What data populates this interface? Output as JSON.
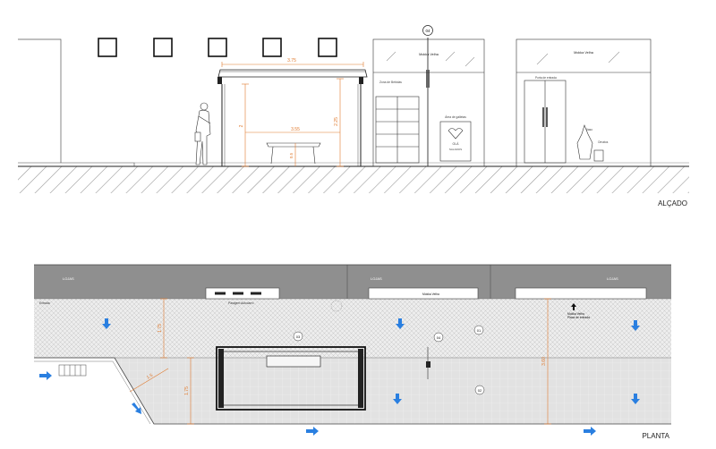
{
  "elevation": {
    "title": "ALÇADO",
    "callout_tag": "04",
    "dims": {
      "canopy_width": "3.75",
      "bench_span": "3.55",
      "height_left": "2",
      "height_right": "2.25",
      "seat_height": "0.5"
    },
    "shop_left": {
      "name": "Mokka Velha",
      "sign": "Zona de Bebidas",
      "counter_sign": "Área de galletas",
      "logo_text": "OLÁ",
      "logo_sub": "SALADOS"
    },
    "shop_right": {
      "name": "Mokka Velha",
      "door_sign": "Porta de entrada",
      "plant_tag": "Vaso",
      "plant_note": "Ornatos"
    }
  },
  "plan": {
    "title": "PLANTA",
    "shop_labels": [
      "LOJAS",
      "LOJAS",
      "LOJAS"
    ],
    "left_label": "Entrada",
    "bench_label": "Mokka Velha",
    "bench_sub": "Paragem Autocarro",
    "callout_left": "Mokka Velha",
    "right_sign": {
      "line1": "Mokka Velha",
      "line2": "Placa de entrada"
    },
    "zones": [
      "01",
      "02",
      "03",
      "04"
    ],
    "dims": {
      "sidewalk_depth": "1.75",
      "shelter_depth": "1.75",
      "ramp_width": "1.5",
      "total_depth": "3.60"
    }
  },
  "colors": {
    "orange_dim": "#e07a2e",
    "arrow_blue": "#2a7fe0",
    "gray_band": "#8f8f8f",
    "hatch": "#b5b5b5"
  }
}
